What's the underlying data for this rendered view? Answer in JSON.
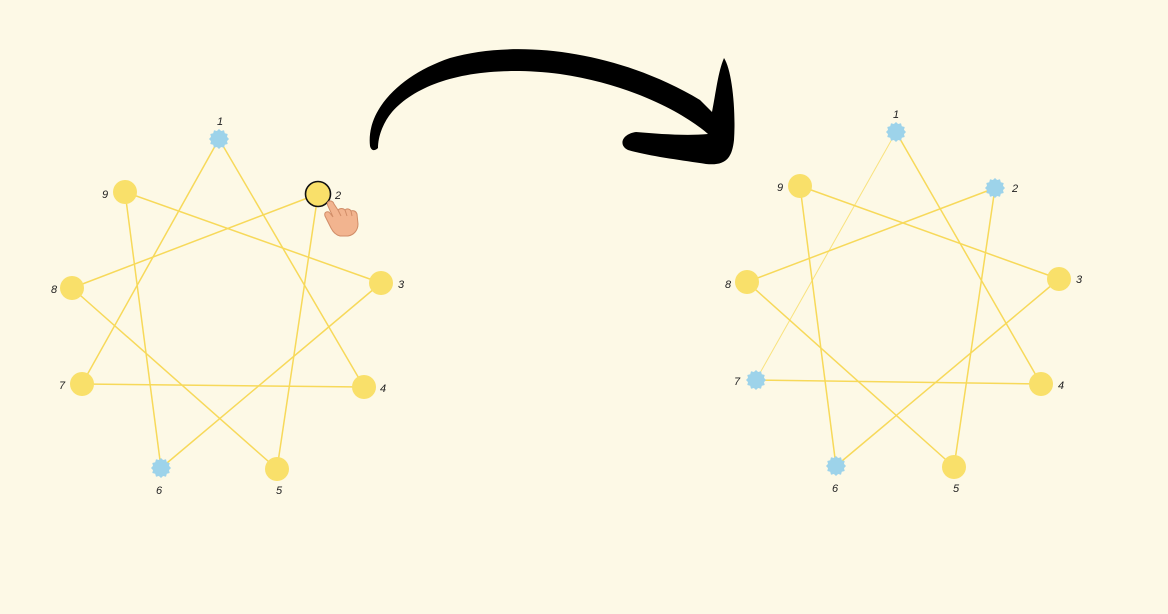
{
  "colors": {
    "background": "#fdf9e6",
    "line": "#f7d95a",
    "node_unlit": "#f9e06a",
    "node_lit": "#9dd3ea",
    "arrow": "#000000",
    "selection_ring": "#111111"
  },
  "puzzle_before": {
    "nodes": [
      {
        "label": "1",
        "state": "lit"
      },
      {
        "label": "2",
        "state": "unlit",
        "selected": true
      },
      {
        "label": "3",
        "state": "unlit"
      },
      {
        "label": "4",
        "state": "unlit"
      },
      {
        "label": "5",
        "state": "unlit"
      },
      {
        "label": "6",
        "state": "lit"
      },
      {
        "label": "7",
        "state": "unlit"
      },
      {
        "label": "8",
        "state": "unlit"
      },
      {
        "label": "9",
        "state": "unlit"
      }
    ]
  },
  "puzzle_after": {
    "nodes": [
      {
        "label": "1",
        "state": "lit"
      },
      {
        "label": "2",
        "state": "lit"
      },
      {
        "label": "3",
        "state": "unlit"
      },
      {
        "label": "4",
        "state": "unlit"
      },
      {
        "label": "5",
        "state": "unlit"
      },
      {
        "label": "6",
        "state": "lit"
      },
      {
        "label": "7",
        "state": "lit"
      },
      {
        "label": "8",
        "state": "unlit"
      },
      {
        "label": "9",
        "state": "unlit"
      }
    ]
  },
  "connections": [
    [
      1,
      4
    ],
    [
      4,
      7
    ],
    [
      7,
      1
    ],
    [
      2,
      5
    ],
    [
      5,
      8
    ],
    [
      8,
      2
    ],
    [
      3,
      6
    ],
    [
      6,
      9
    ],
    [
      9,
      3
    ]
  ],
  "pointer": {
    "icon": "hand-pointer-icon",
    "target_node": "2"
  },
  "transition_arrow": {
    "icon": "curved-arrow-icon"
  }
}
